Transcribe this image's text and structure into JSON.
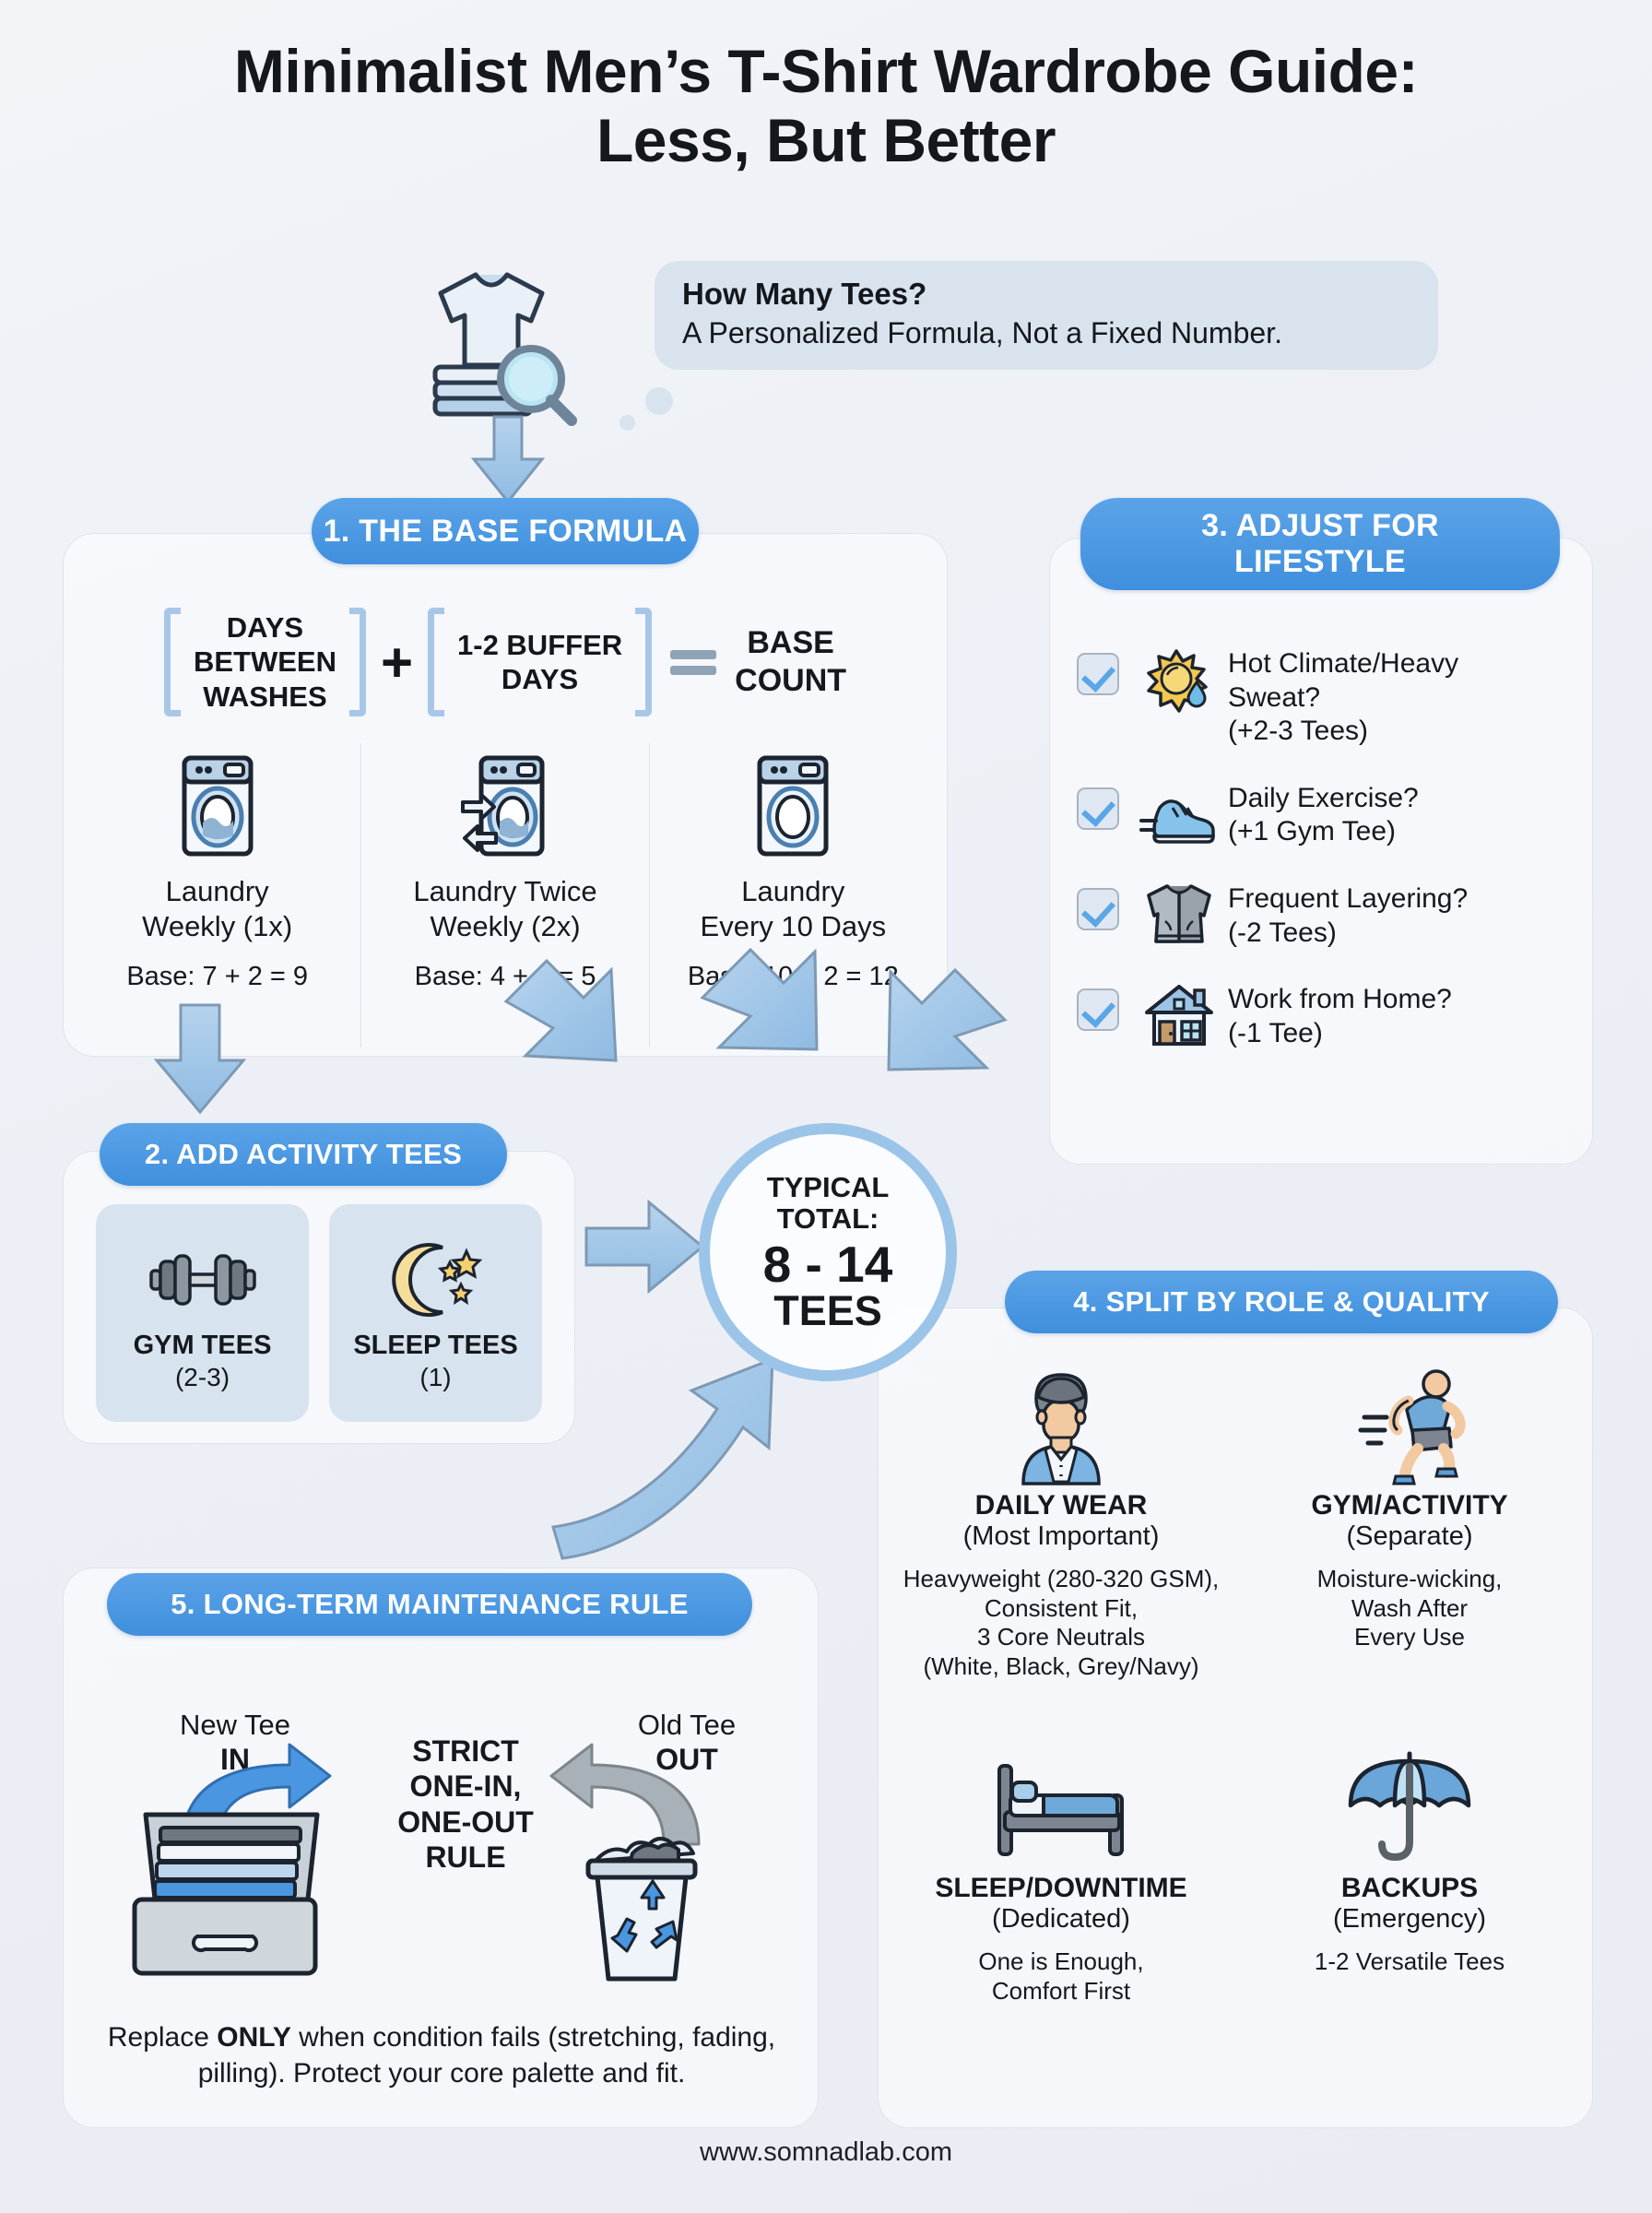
{
  "title": {
    "line1": "Minimalist Men’s T-Shirt Wardrobe Guide:",
    "line2": "Less, But Better"
  },
  "hero": {
    "bubble_title": "How Many Tees?",
    "bubble_sub": "A Personalized Formula, Not a Fixed Number.",
    "icon": "tshirt-stack-magnifier-icon"
  },
  "section1": {
    "chip": "1. THE BASE FORMULA",
    "formula": {
      "term1": "DAYS\nBETWEEN\nWASHES",
      "operator_add": "+",
      "term2": "1-2 BUFFER\nDAYS",
      "operator_eq": "=",
      "result": "BASE\nCOUNT"
    },
    "columns": [
      {
        "icon": "washing-machine-icon",
        "label": "Laundry\nWeekly (1x)",
        "base": "Base: 7 + 2 = 9"
      },
      {
        "icon": "washing-machine-cycle-icon",
        "label": "Laundry Twice\nWeekly (2x)",
        "base": "Base: 4 + 1 = 5"
      },
      {
        "icon": "washing-machine-icon",
        "label": "Laundry\nEvery 10 Days",
        "base": "Base: 10 + 2 = 12"
      }
    ]
  },
  "section2": {
    "chip": "2. ADD ACTIVITY TEES",
    "cards": [
      {
        "icon": "dumbbell-icon",
        "name": "GYM TEES",
        "qty": "(2-3)"
      },
      {
        "icon": "moon-stars-icon",
        "name": "SLEEP TEES",
        "qty": "(1)"
      }
    ]
  },
  "section3": {
    "chip": "3. ADJUST FOR\nLIFESTYLE",
    "items": [
      {
        "icon": "sun-sweat-icon",
        "text": "Hot Climate/Heavy\nSweat?\n(+2-3 Tees)",
        "checked": true
      },
      {
        "icon": "running-shoe-icon",
        "text": "Daily Exercise?\n(+1 Gym Tee)",
        "checked": true
      },
      {
        "icon": "jacket-icon",
        "text": "Frequent Layering?\n(-2 Tees)",
        "checked": true
      },
      {
        "icon": "house-icon",
        "text": "Work from Home?\n(-1 Tee)",
        "checked": true
      }
    ]
  },
  "section4": {
    "chip": "4. SPLIT BY ROLE & QUALITY",
    "cells": [
      {
        "icon": "person-avatar-icon",
        "name": "DAILY WEAR",
        "sub": "(Most Important)",
        "desc": "Heavyweight (280-320 GSM),\nConsistent Fit,\n3 Core Neutrals\n(White, Black, Grey/Navy)"
      },
      {
        "icon": "runner-icon",
        "name": "GYM/ACTIVITY",
        "sub": "(Separate)",
        "desc": "Moisture-wicking,\nWash After\nEvery Use"
      },
      {
        "icon": "bed-icon",
        "name": "SLEEP/DOWNTIME",
        "sub": "(Dedicated)",
        "desc": "One is Enough,\nComfort First"
      },
      {
        "icon": "umbrella-icon",
        "name": "BACKUPS",
        "sub": "(Emergency)",
        "desc": "1-2 Versatile Tees"
      }
    ]
  },
  "section5": {
    "chip": "5. LONG-TERM MAINTENANCE RULE",
    "new_tee_label": "New Tee",
    "new_tee_state": "IN",
    "old_tee_label": "Old Tee",
    "old_tee_state": "OUT",
    "rule": "STRICT\nONE-IN,\nONE-OUT\nRULE",
    "note_pre": "Replace ",
    "note_bold": "ONLY",
    "note_post": " when condition fails (stretching, fading, pilling). Protect your core palette and fit.",
    "drawer_icon": "drawer-folded-tees-icon",
    "bin_icon": "recycle-bin-icon"
  },
  "center": {
    "label": "TYPICAL\nTOTAL:",
    "number": "8 - 14",
    "unit": "TEES"
  },
  "footer": {
    "url": "www.somnadlab.com"
  },
  "colors": {
    "accent_blue": "#4a96e0",
    "arrow_blue": "#9cc3e6",
    "panel_bg": "#fafbfd",
    "page_bg": "#eef1f6",
    "bubble_bg": "#d9e3ed",
    "ink": "#14171c"
  }
}
